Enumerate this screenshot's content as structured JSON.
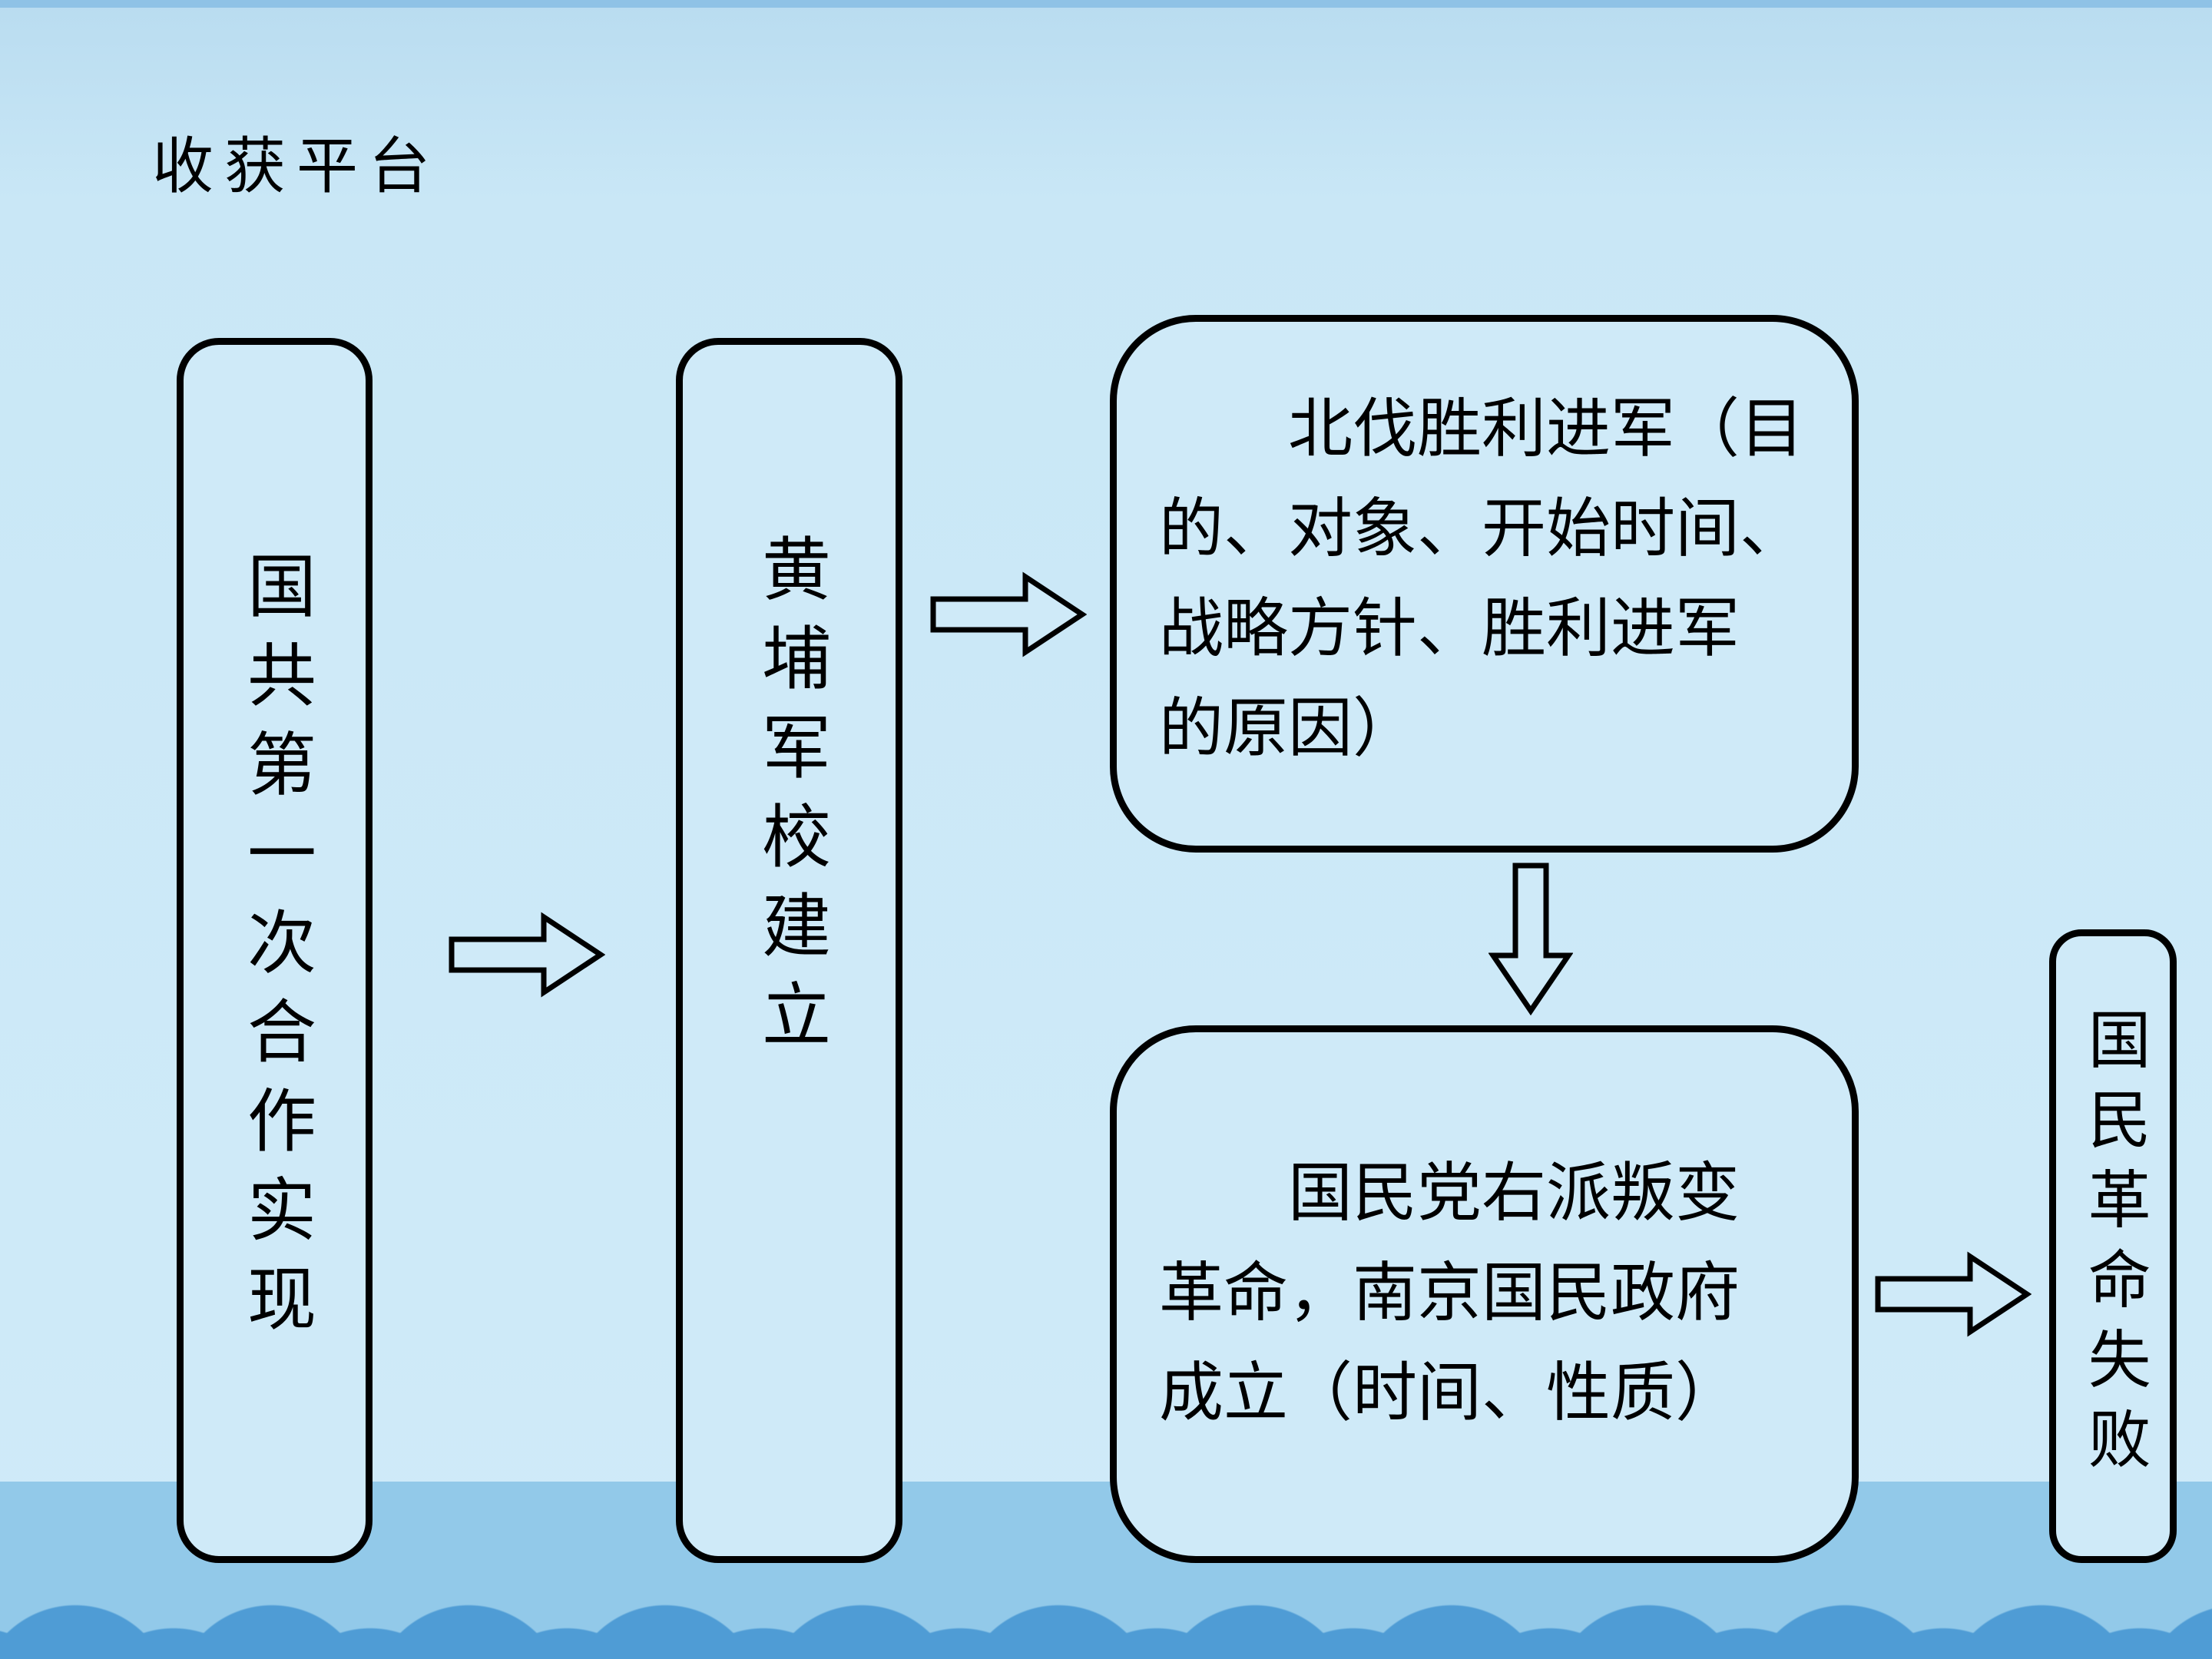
{
  "slide": {
    "title": "收获平台",
    "colors": {
      "background": "#cdeaf8",
      "bottom_band": "#92c9e9",
      "wave_scallop": "#4f9cd5",
      "node_fill": "#cfeaf8",
      "node_border": "#000000",
      "text": "#000000"
    }
  },
  "flow": {
    "cooperation": "国共第一次合作实现",
    "whampoa": "黄埔军校建立",
    "northern_expedition": "北伐胜利进军（目\n的、对象、开始时间、\n战略方针、胜利进军\n的原因）",
    "betrayal": "国民党右派叛变\n革命，南京国民政府\n成立（时间、性质）",
    "failure": "国民革命失败"
  },
  "icons": {
    "arrow_right": "block-arrow-right",
    "arrow_down": "block-arrow-down"
  }
}
